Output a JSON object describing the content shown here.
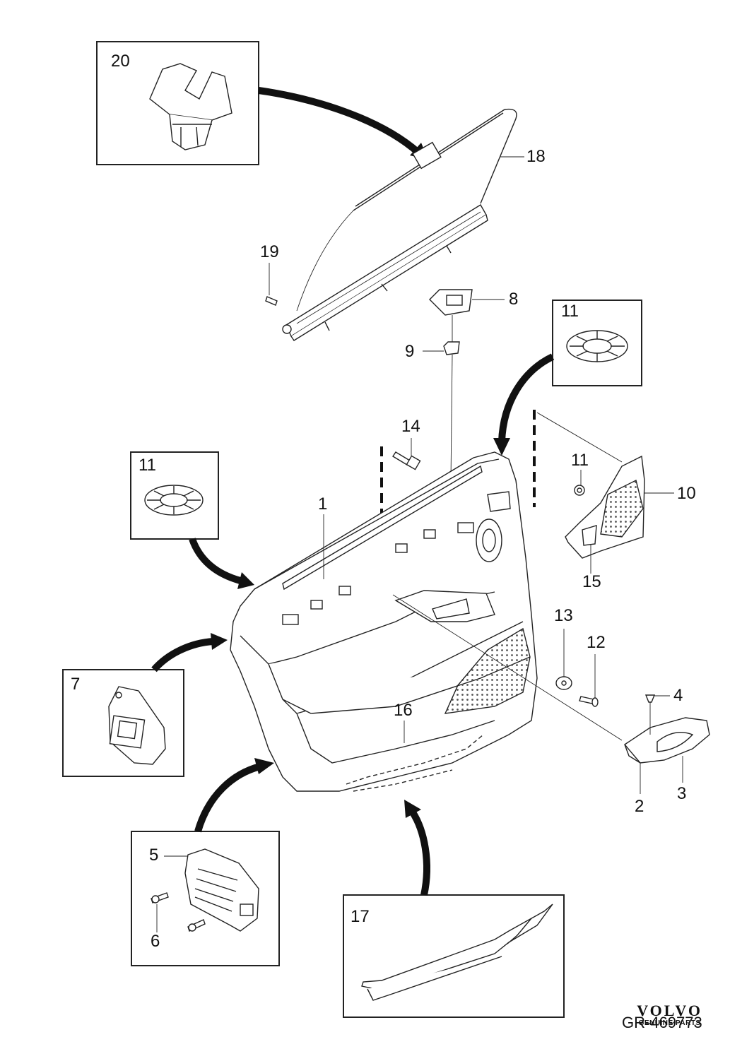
{
  "callouts": [
    {
      "key": "c20",
      "text": "20"
    },
    {
      "key": "c18",
      "text": "18"
    },
    {
      "key": "c19",
      "text": "19"
    },
    {
      "key": "c8",
      "text": "8"
    },
    {
      "key": "c9",
      "text": "9"
    },
    {
      "key": "c11a",
      "text": "11"
    },
    {
      "key": "c14",
      "text": "14"
    },
    {
      "key": "c11b",
      "text": "11"
    },
    {
      "key": "c10",
      "text": "10"
    },
    {
      "key": "c11c",
      "text": "11"
    },
    {
      "key": "c1",
      "text": "1"
    },
    {
      "key": "c15",
      "text": "15"
    },
    {
      "key": "c13",
      "text": "13"
    },
    {
      "key": "c12",
      "text": "12"
    },
    {
      "key": "c7",
      "text": "7"
    },
    {
      "key": "c4",
      "text": "4"
    },
    {
      "key": "c16",
      "text": "16"
    },
    {
      "key": "c2",
      "text": "2"
    },
    {
      "key": "c3",
      "text": "3"
    },
    {
      "key": "c5",
      "text": "5"
    },
    {
      "key": "c6",
      "text": "6"
    },
    {
      "key": "c17",
      "text": "17"
    }
  ],
  "brand": {
    "name": "VOLVO",
    "subtitle": "GENUINE PARTS"
  },
  "reference": "GR-469773"
}
